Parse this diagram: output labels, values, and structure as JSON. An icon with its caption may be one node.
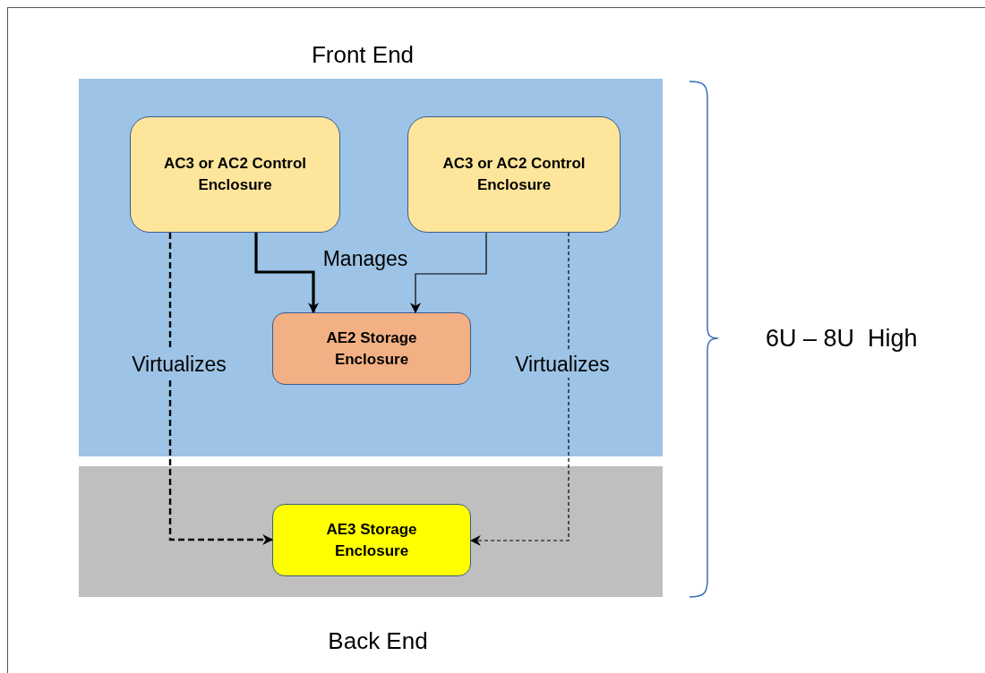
{
  "diagram": {
    "nodes": [
      {
        "text": [
          "Front End"
        ]
      },
      {
        "text": [
          "AC3 or AC2 Control Enclosure"
        ],
        "in": 0
      },
      {
        "text": [
          "AC3 or AC2 Control Enclosure"
        ],
        "in": 0
      },
      {
        "text": [
          "AE2 Storage Enclosure"
        ],
        "in": 0
      },
      {
        "text": [
          "Back End"
        ]
      },
      {
        "text": [
          "AE3 Storage Enclosure"
        ],
        "in": 4
      }
    ],
    "edges": [
      {
        "from": 1,
        "to": 3,
        "arrow": "to",
        "label": "Manages",
        "style": "thick"
      },
      {
        "from": 2,
        "to": 3,
        "arrow": "to"
      },
      {
        "from": 1,
        "to": 5,
        "arrow": "to",
        "label": "Virtualizes",
        "style": "dashed"
      },
      {
        "from": 2,
        "to": 5,
        "arrow": "to",
        "label": "Virtualizes",
        "style": "dashed"
      }
    ],
    "labels": [
      "6U – 8U  High"
    ]
  }
}
